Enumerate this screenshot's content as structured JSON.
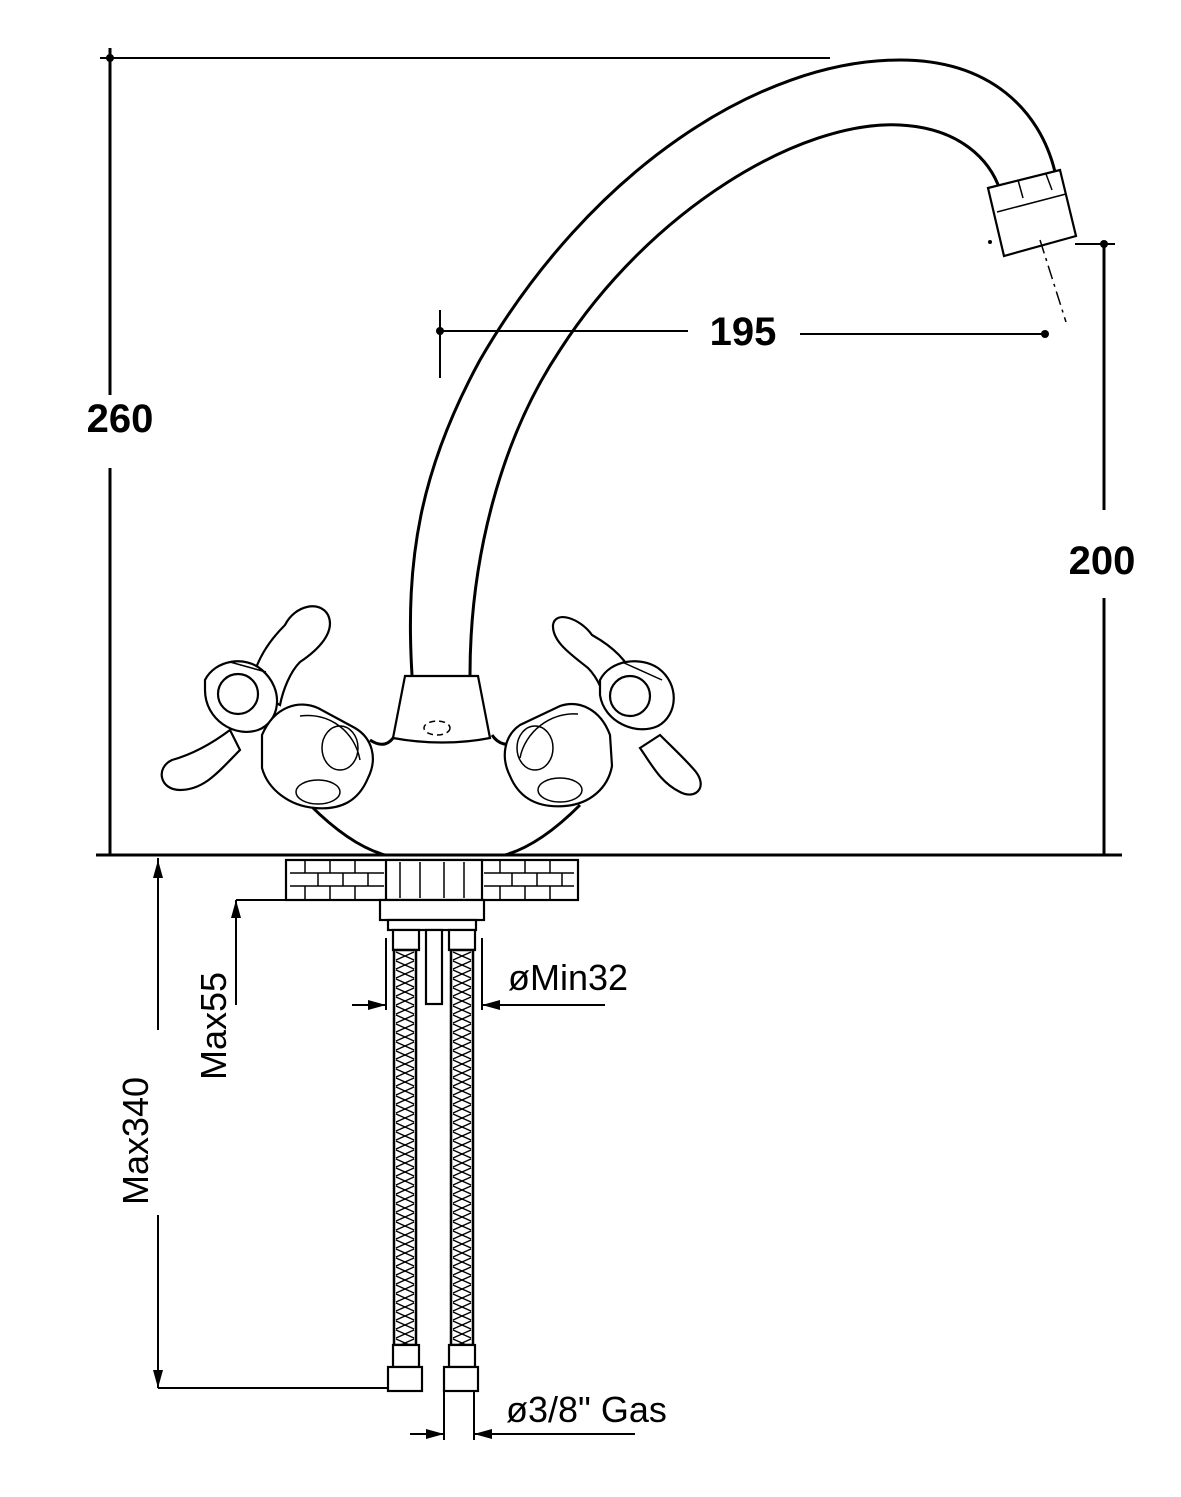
{
  "drawing": {
    "subject": "tap",
    "dimensions": {
      "total_height": "260",
      "spout_reach": "195",
      "spout_height": "200",
      "max_deck_thickness": "Max55",
      "max_hose_length": "Max340",
      "min_hole_diameter": "øMin32",
      "connection": "ø3/8\" Gas"
    },
    "colors": {
      "line": "#000000",
      "background": "#ffffff"
    }
  }
}
